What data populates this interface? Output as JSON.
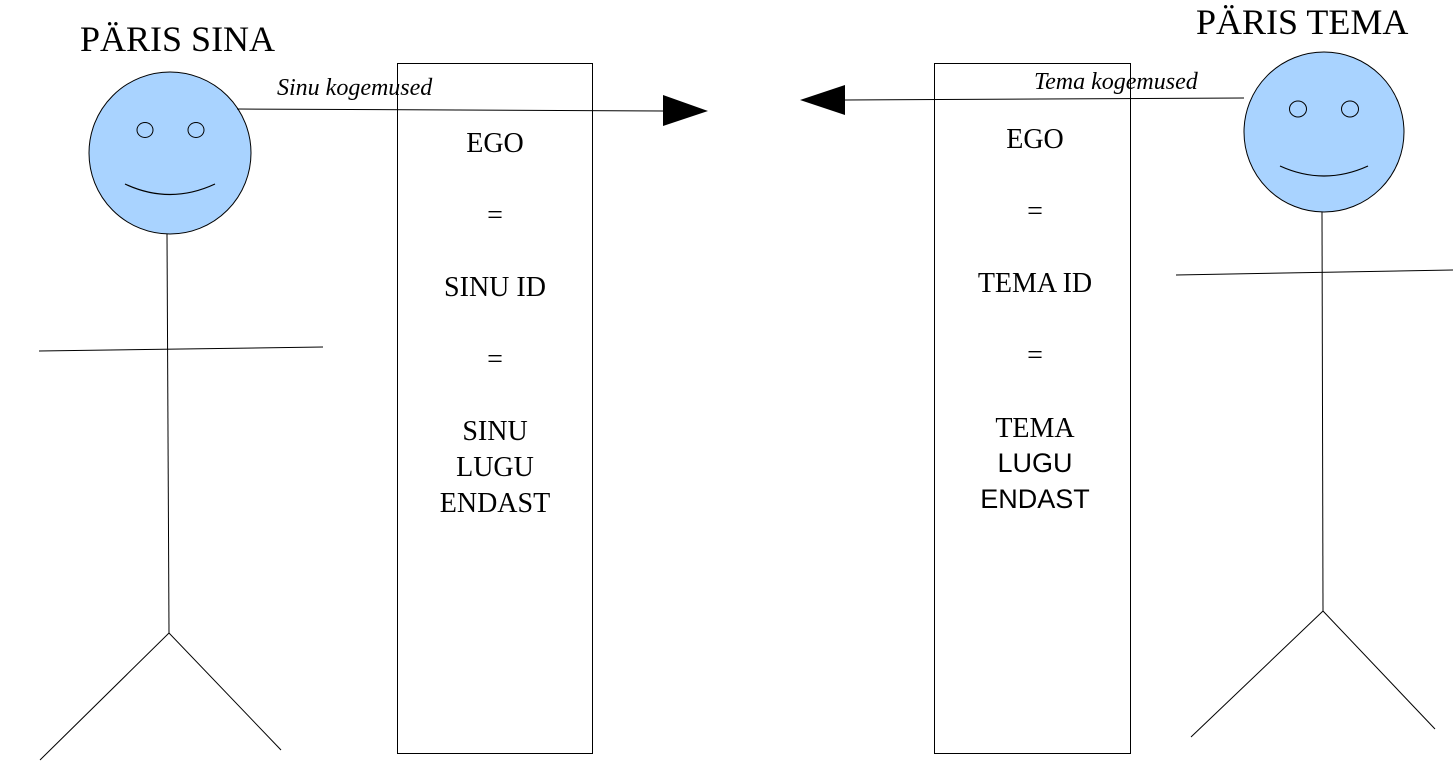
{
  "left_figure": {
    "title": "PÄRIS SINA",
    "arrow_label": "Sinu kogemused",
    "box_lines": [
      "EGO",
      "=",
      "SINU ID",
      "=",
      "SINU",
      "LUGU",
      "ENDAST"
    ]
  },
  "right_figure": {
    "title": "PÄRIS TEMA",
    "arrow_label": "Tema kogemused",
    "box_lines": [
      "EGO",
      "=",
      "TEMA ID",
      "=",
      "TEMA",
      "LUGU",
      "ENDAST"
    ]
  },
  "colors": {
    "face_fill": "#a9d3ff",
    "stroke": "#000000"
  }
}
